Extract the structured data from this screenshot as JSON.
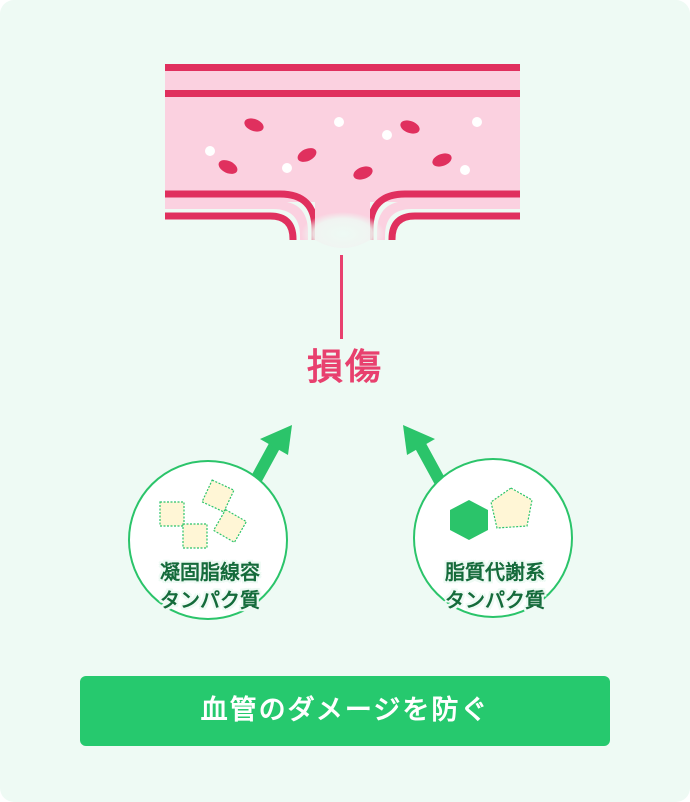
{
  "diagram": {
    "damage_label": "損傷",
    "proteins": {
      "left_lines": [
        "凝固脂線容",
        "タンパク質"
      ],
      "right_lines": [
        "脂質代謝系",
        "タンパク質"
      ]
    },
    "footer_label": "血管のダメージを防ぐ"
  },
  "colors": {
    "background": "#eefaf4",
    "vessel_wall": "#e0305e",
    "vessel_inner": "#fbd1e0",
    "damage_accent": "#e8406e",
    "protein_green": "#2bc46a",
    "footer_green": "#26c96e"
  },
  "icons": [
    "blood-vessel-illustration",
    "arrow-up-right-icon",
    "arrow-up-left-icon",
    "square-protein-icon",
    "pentagon-protein-icon"
  ]
}
